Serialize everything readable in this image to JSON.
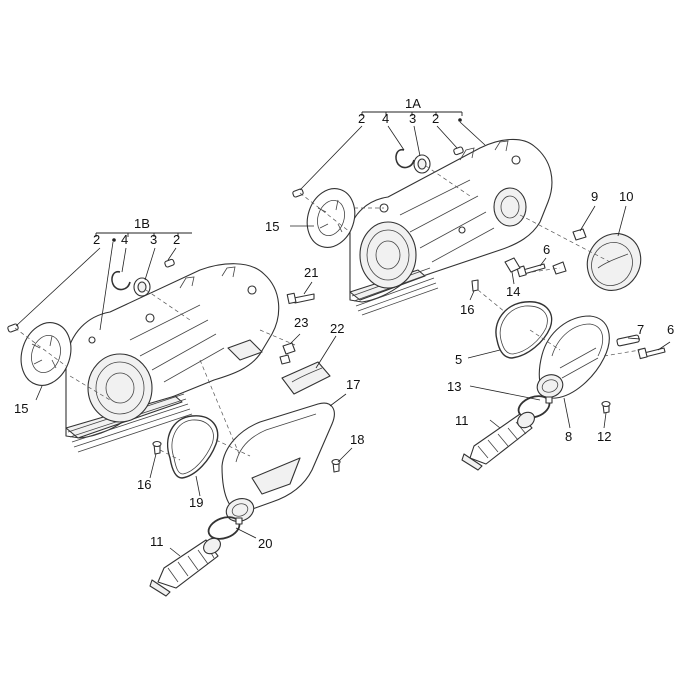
{
  "labels": {
    "g1A": "1A",
    "g1B": "1B",
    "p2": "2",
    "p3": "3",
    "p4": "4",
    "p5": "5",
    "p6": "6",
    "p7": "7",
    "p8": "8",
    "p9": "9",
    "p10": "10",
    "p11": "11",
    "p12": "12",
    "p13": "13",
    "p14": "14",
    "p15": "15",
    "p16": "16",
    "p17": "17",
    "p18": "18",
    "p19": "19",
    "p20": "20",
    "p21": "21",
    "p22": "22",
    "p23": "23"
  }
}
